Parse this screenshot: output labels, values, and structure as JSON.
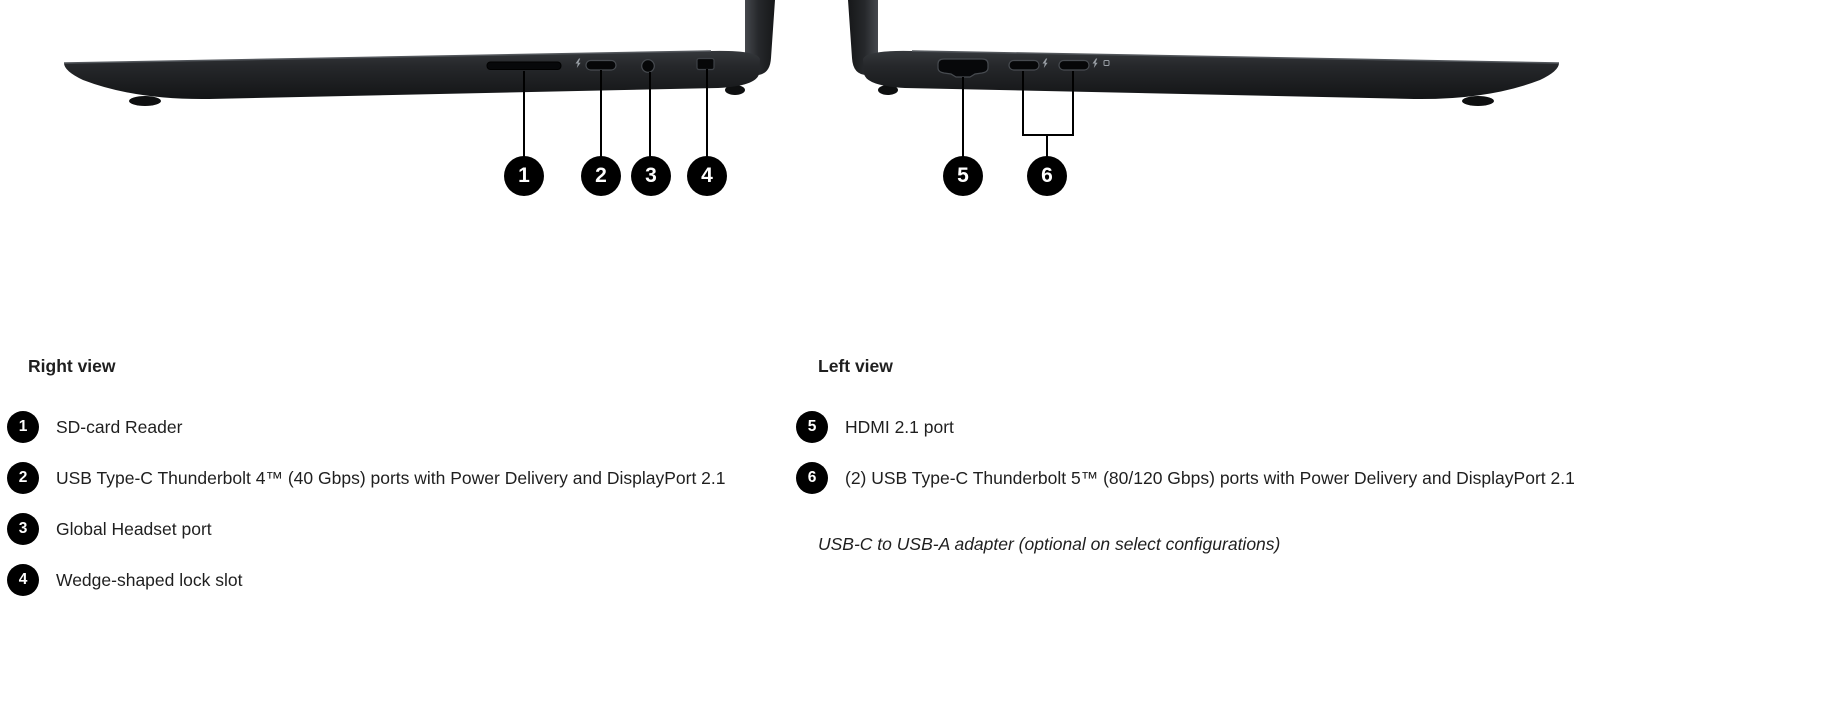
{
  "legend": {
    "right_view": {
      "heading": "Right view",
      "items": [
        {
          "number": "1",
          "label": "SD-card Reader"
        },
        {
          "number": "2",
          "label": "USB Type-C Thunderbolt 4™ (40 Gbps) ports with Power Delivery and DisplayPort 2.1"
        },
        {
          "number": "3",
          "label": "Global Headset port"
        },
        {
          "number": "4",
          "label": "Wedge-shaped lock slot"
        }
      ]
    },
    "left_view": {
      "heading": "Left view",
      "items": [
        {
          "number": "5",
          "label": "HDMI 2.1 port"
        },
        {
          "number": "6",
          "label": "(2) USB Type-C Thunderbolt 5™ (80/120 Gbps) ports with Power Delivery and DisplayPort 2.1"
        }
      ],
      "note": "USB-C to USB-A adapter (optional on select configurations)"
    }
  },
  "diagram": {
    "ports_right_view": [
      "sd-card-slot",
      "usb-c-port",
      "headset-jack",
      "lock-slot"
    ],
    "ports_left_view": [
      "hdmi-port",
      "usb-c-port-1",
      "usb-c-port-2"
    ]
  },
  "colors": {
    "background": "#ffffff",
    "callout_bg": "#000000",
    "callout_text": "#ffffff",
    "text": "#1f1f1f",
    "laptop_dark": "#26282b"
  }
}
